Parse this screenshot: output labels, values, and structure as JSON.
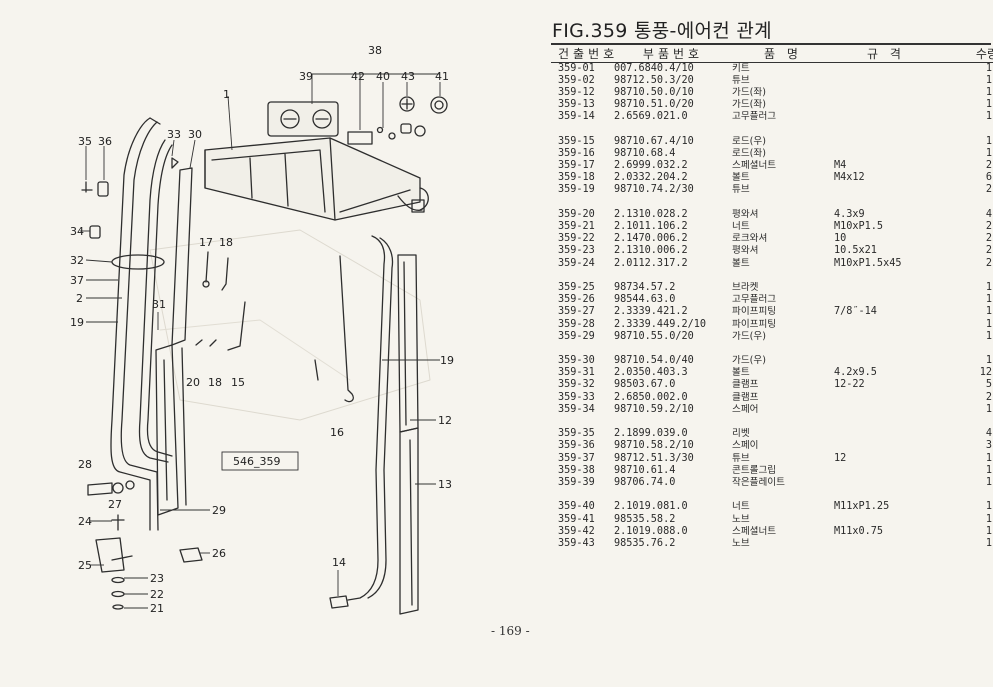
{
  "figure": {
    "title": "FIG.359 통풍-에어컨 관계"
  },
  "table": {
    "headers": {
      "no": "건출번호",
      "part_no": "부품번호",
      "name": "품 명",
      "spec": "규 격",
      "qty": "수량"
    },
    "rows": [
      {
        "no": "359-01",
        "part_no": "007.6840.4/10",
        "name": "키트",
        "spec": "",
        "qty": "1"
      },
      {
        "no": "359-02",
        "part_no": "98712.50.3/20",
        "name": "튜브",
        "spec": "",
        "qty": "1"
      },
      {
        "no": "359-12",
        "part_no": "98710.50.0/10",
        "name": "가드(좌)",
        "spec": "",
        "qty": "1"
      },
      {
        "no": "359-13",
        "part_no": "98710.51.0/20",
        "name": "가드(좌)",
        "spec": "",
        "qty": "1"
      },
      {
        "no": "359-14",
        "part_no": "2.6569.021.0",
        "name": "고무플러그",
        "spec": "",
        "qty": "1"
      },
      {
        "gap": true
      },
      {
        "no": "359-15",
        "part_no": "98710.67.4/10",
        "name": "로드(우)",
        "spec": "",
        "qty": "1"
      },
      {
        "no": "359-16",
        "part_no": "98710.68.4",
        "name": "로드(좌)",
        "spec": "",
        "qty": "1"
      },
      {
        "no": "359-17",
        "part_no": "2.6999.032.2",
        "name": "스페셜너트",
        "spec": "M4",
        "qty": "2"
      },
      {
        "no": "359-18",
        "part_no": "2.0332.204.2",
        "name": "볼트",
        "spec": "M4x12",
        "qty": "6"
      },
      {
        "no": "359-19",
        "part_no": "98710.74.2/30",
        "name": "튜브",
        "spec": "",
        "qty": "2"
      },
      {
        "gap": true
      },
      {
        "no": "359-20",
        "part_no": "2.1310.028.2",
        "name": "평와셔",
        "spec": "4.3x9",
        "qty": "4"
      },
      {
        "no": "359-21",
        "part_no": "2.1011.106.2",
        "name": "너트",
        "spec": "M10xP1.5",
        "qty": "2"
      },
      {
        "no": "359-22",
        "part_no": "2.1470.006.2",
        "name": "로크와셔",
        "spec": "10",
        "qty": "2"
      },
      {
        "no": "359-23",
        "part_no": "2.1310.006.2",
        "name": "평와셔",
        "spec": "10.5x21",
        "qty": "2"
      },
      {
        "no": "359-24",
        "part_no": "2.0112.317.2",
        "name": "볼트",
        "spec": "M10xP1.5x45",
        "qty": "2"
      },
      {
        "gap": true
      },
      {
        "no": "359-25",
        "part_no": "98734.57.2",
        "name": "브라켓",
        "spec": "",
        "qty": "1"
      },
      {
        "no": "359-26",
        "part_no": "98544.63.0",
        "name": "고무플러그",
        "spec": "",
        "qty": "1"
      },
      {
        "no": "359-27",
        "part_no": "2.3339.421.2",
        "name": "파이프피팅",
        "spec": "7/8˝-14",
        "qty": "1"
      },
      {
        "no": "359-28",
        "part_no": "2.3339.449.2/10",
        "name": "파이프피팅",
        "spec": "",
        "qty": "1"
      },
      {
        "no": "359-29",
        "part_no": "98710.55.0/20",
        "name": "가드(우)",
        "spec": "",
        "qty": "1"
      },
      {
        "gap": true
      },
      {
        "no": "359-30",
        "part_no": "98710.54.0/40",
        "name": "가드(우)",
        "spec": "",
        "qty": "1"
      },
      {
        "no": "359-31",
        "part_no": "2.0350.403.3",
        "name": "볼트",
        "spec": "4.2x9.5",
        "qty": "12"
      },
      {
        "no": "359-32",
        "part_no": "98503.67.0",
        "name": "클램프",
        "spec": "12-22",
        "qty": "5"
      },
      {
        "no": "359-33",
        "part_no": "2.6850.002.0",
        "name": "클램프",
        "spec": "",
        "qty": "2"
      },
      {
        "no": "359-34",
        "part_no": "98710.59.2/10",
        "name": "스페어",
        "spec": "",
        "qty": "1"
      },
      {
        "gap": true
      },
      {
        "no": "359-35",
        "part_no": "2.1899.039.0",
        "name": "리벳",
        "spec": "",
        "qty": "4"
      },
      {
        "no": "359-36",
        "part_no": "98710.58.2/10",
        "name": "스페이",
        "spec": "",
        "qty": "3"
      },
      {
        "no": "359-37",
        "part_no": "98712.51.3/30",
        "name": "튜브",
        "spec": "12",
        "qty": "1"
      },
      {
        "no": "359-38",
        "part_no": "98710.61.4",
        "name": "콘트롤그립",
        "spec": "",
        "qty": "1"
      },
      {
        "no": "359-39",
        "part_no": "98706.74.0",
        "name": "작은플레이트",
        "spec": "",
        "qty": "1"
      },
      {
        "gap": true
      },
      {
        "no": "359-40",
        "part_no": "2.1019.081.0",
        "name": "너트",
        "spec": "M11xP1.25",
        "qty": "1"
      },
      {
        "no": "359-41",
        "part_no": "98535.58.2",
        "name": "노브",
        "spec": "",
        "qty": "1"
      },
      {
        "no": "359-42",
        "part_no": "2.1019.088.0",
        "name": "스페셜너트",
        "spec": "M11x0.75",
        "qty": "1"
      },
      {
        "no": "359-43",
        "part_no": "98535.76.2",
        "name": "노브",
        "spec": "",
        "qty": "1"
      }
    ]
  },
  "diagram": {
    "code_label": "546_359",
    "callouts": [
      "38",
      "39",
      "42",
      "40",
      "43",
      "41",
      "1",
      "35",
      "36",
      "33",
      "30",
      "34",
      "32",
      "37",
      "2",
      "19",
      "31",
      "17",
      "18",
      "20",
      "18",
      "15",
      "19",
      "16",
      "12",
      "13",
      "28",
      "27",
      "24",
      "29",
      "25",
      "26",
      "23",
      "22",
      "21",
      "14"
    ]
  },
  "page": {
    "number": "- 169 -"
  }
}
